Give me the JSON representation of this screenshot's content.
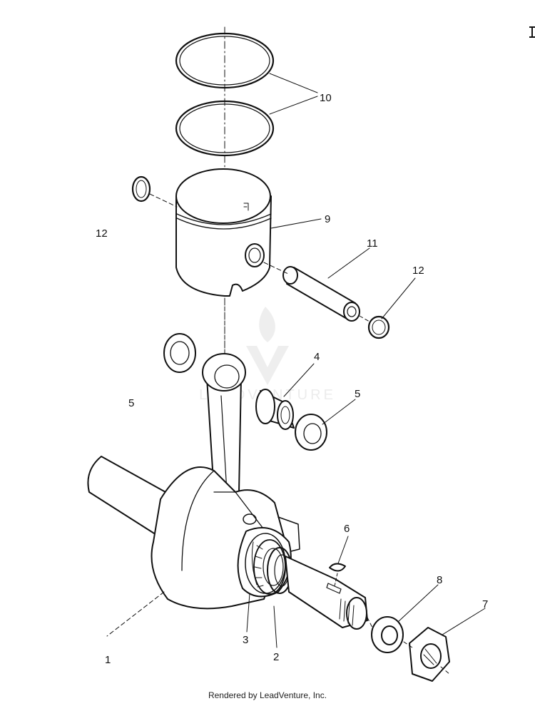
{
  "labels": {
    "l1": "1",
    "l2": "2",
    "l3": "3",
    "l4": "4",
    "l5a": "5",
    "l5b": "5",
    "l6": "6",
    "l7": "7",
    "l8": "8",
    "l9": "9",
    "l10": "10",
    "l11": "11",
    "l12a": "12",
    "l12b": "12"
  },
  "watermark": {
    "text": "LEADVENTURE"
  },
  "footer": {
    "text": "Rendered by LeadVenture, Inc."
  },
  "colors": {
    "line": "#111111",
    "watermark": "#ececec"
  }
}
